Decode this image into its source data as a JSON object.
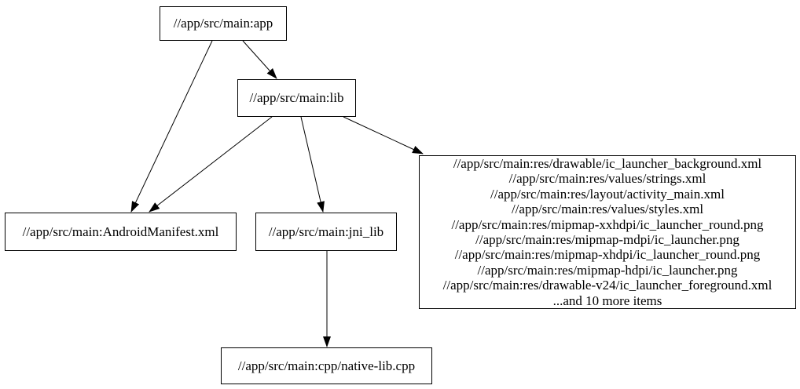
{
  "diagram": {
    "type": "dependency-graph",
    "colors": {
      "background": "#ffffff",
      "node_border": "#000000",
      "edge": "#000000",
      "text": "#000000"
    },
    "nodes": {
      "app": {
        "label": "//app/src/main:app"
      },
      "lib": {
        "label": "//app/src/main:lib"
      },
      "manifest": {
        "label": "//app/src/main:AndroidManifest.xml"
      },
      "jni_lib": {
        "label": "//app/src/main:jni_lib"
      },
      "native_lib": {
        "label": "//app/src/main:cpp/native-lib.cpp"
      },
      "resources": {
        "lines": [
          "//app/src/main:res/drawable/ic_launcher_background.xml",
          "//app/src/main:res/values/strings.xml",
          "//app/src/main:res/layout/activity_main.xml",
          "//app/src/main:res/values/styles.xml",
          "//app/src/main:res/mipmap-xxhdpi/ic_launcher_round.png",
          "//app/src/main:res/mipmap-mdpi/ic_launcher.png",
          "//app/src/main:res/mipmap-xhdpi/ic_launcher_round.png",
          "//app/src/main:res/mipmap-hdpi/ic_launcher.png",
          "//app/src/main:res/drawable-v24/ic_launcher_foreground.xml",
          "...and 10 more items"
        ]
      }
    },
    "edges": [
      {
        "from": "app",
        "to": "lib"
      },
      {
        "from": "app",
        "to": "manifest"
      },
      {
        "from": "lib",
        "to": "manifest"
      },
      {
        "from": "lib",
        "to": "jni_lib"
      },
      {
        "from": "lib",
        "to": "resources"
      },
      {
        "from": "jni_lib",
        "to": "native_lib"
      }
    ]
  }
}
